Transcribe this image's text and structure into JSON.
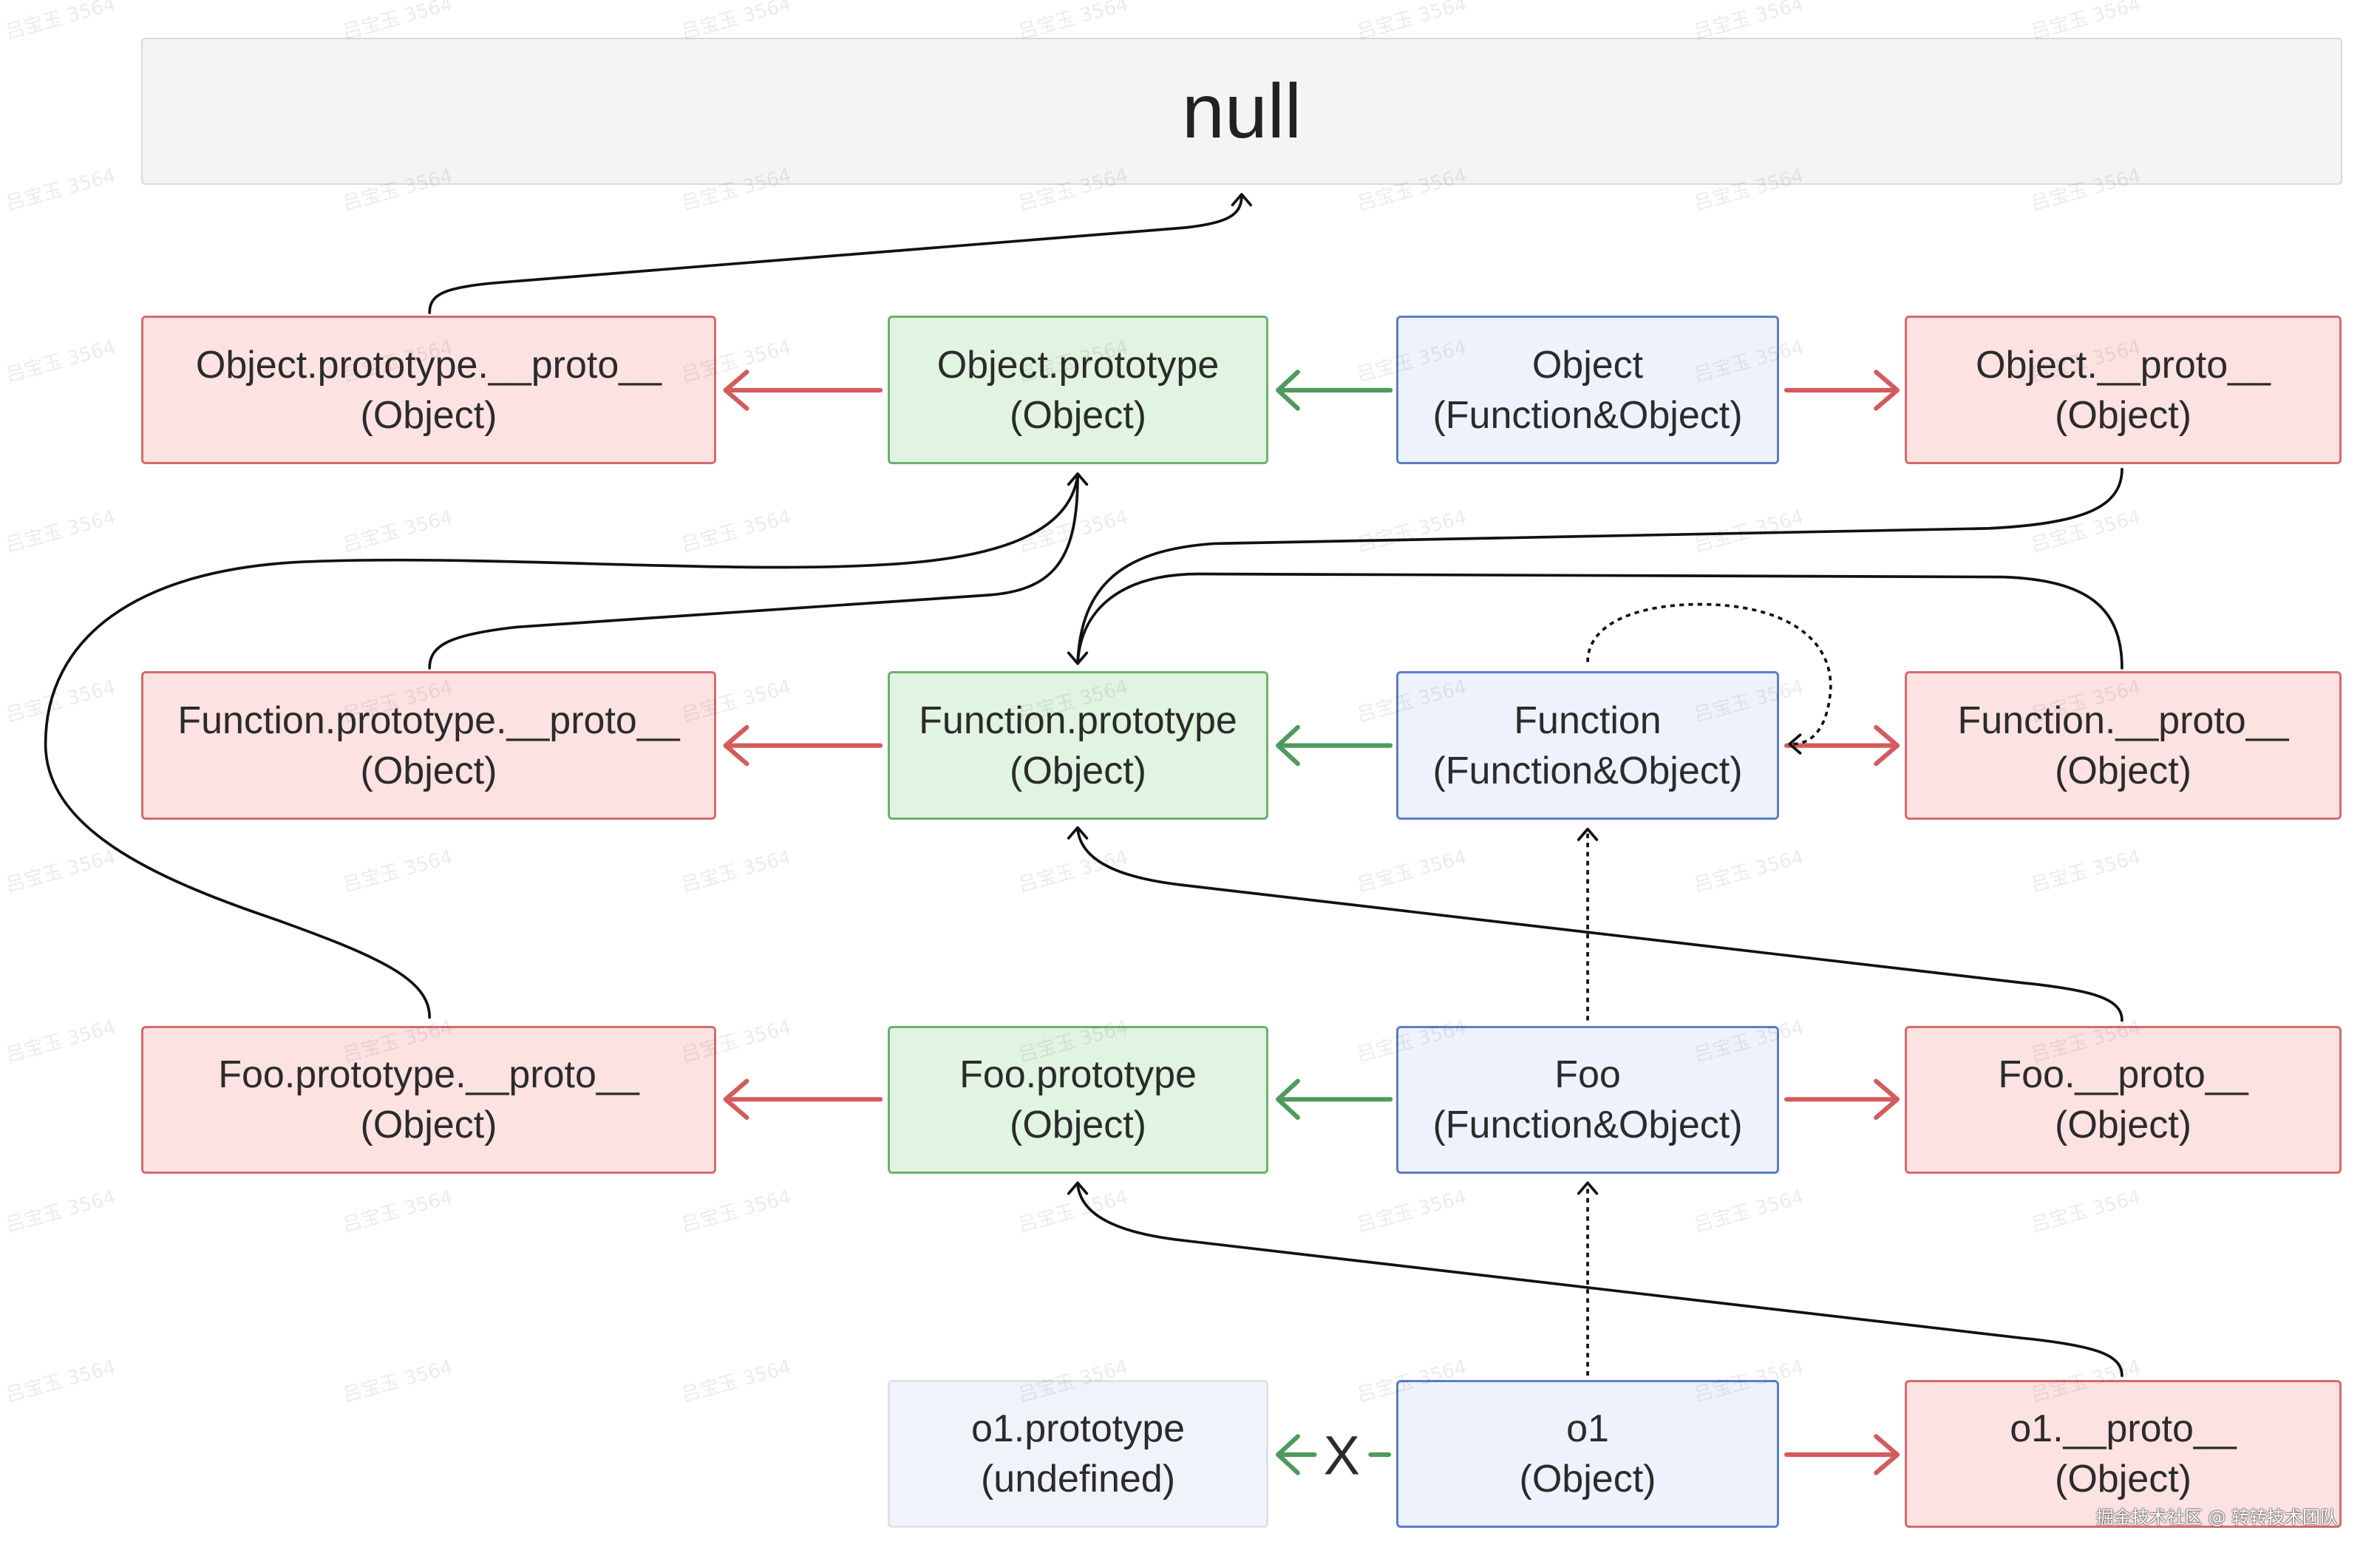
{
  "null_box": {
    "label": "null"
  },
  "rows": [
    {
      "cells": [
        {
          "name": "Object.prototype.__proto__",
          "type": "(Object)"
        },
        {
          "name": "Object.prototype",
          "type": "(Object)"
        },
        {
          "name": "Object",
          "type": "(Function&Object)"
        },
        {
          "name": "Object.__proto__",
          "type": "(Object)"
        }
      ]
    },
    {
      "cells": [
        {
          "name": "Function.prototype.__proto__",
          "type": "(Object)"
        },
        {
          "name": "Function.prototype",
          "type": "(Object)"
        },
        {
          "name": "Function",
          "type": "(Function&Object)"
        },
        {
          "name": "Function.__proto__",
          "type": "(Object)"
        }
      ]
    },
    {
      "cells": [
        {
          "name": "Foo.prototype.__proto__",
          "type": "(Object)"
        },
        {
          "name": "Foo.prototype",
          "type": "(Object)"
        },
        {
          "name": "Foo",
          "type": "(Function&Object)"
        },
        {
          "name": "Foo.__proto__",
          "type": "(Object)"
        }
      ]
    },
    {
      "cells": [
        {
          "name": "o1.prototype",
          "type": "(undefined)"
        },
        {
          "name": "o1",
          "type": "(Object)"
        },
        {
          "name": "o1.__proto__",
          "type": "(Object)"
        }
      ],
      "blocked_mark": "X"
    }
  ],
  "watermark": {
    "text": "吕宝玉 3564"
  },
  "attribution": "掘金技术社区 @ 转转技术团队",
  "colors": {
    "proto_box_fill": "#fde2e2",
    "proto_box_border": "#d46b6c",
    "prototype_box_fill": "#e0f4e1",
    "prototype_box_border": "#6cb070",
    "object_box_fill": "#eef2fc",
    "object_box_border": "#5b7ec7",
    "undefined_box_fill": "#f0f3fa",
    "undefined_box_border": "#dde1e8",
    "null_box_fill": "#f4f4f4",
    "null_box_border": "#d9d9d9",
    "proto_arrow": "#d35b5d",
    "prototype_arrow": "#4e9b5d",
    "link_line": "#111111"
  }
}
